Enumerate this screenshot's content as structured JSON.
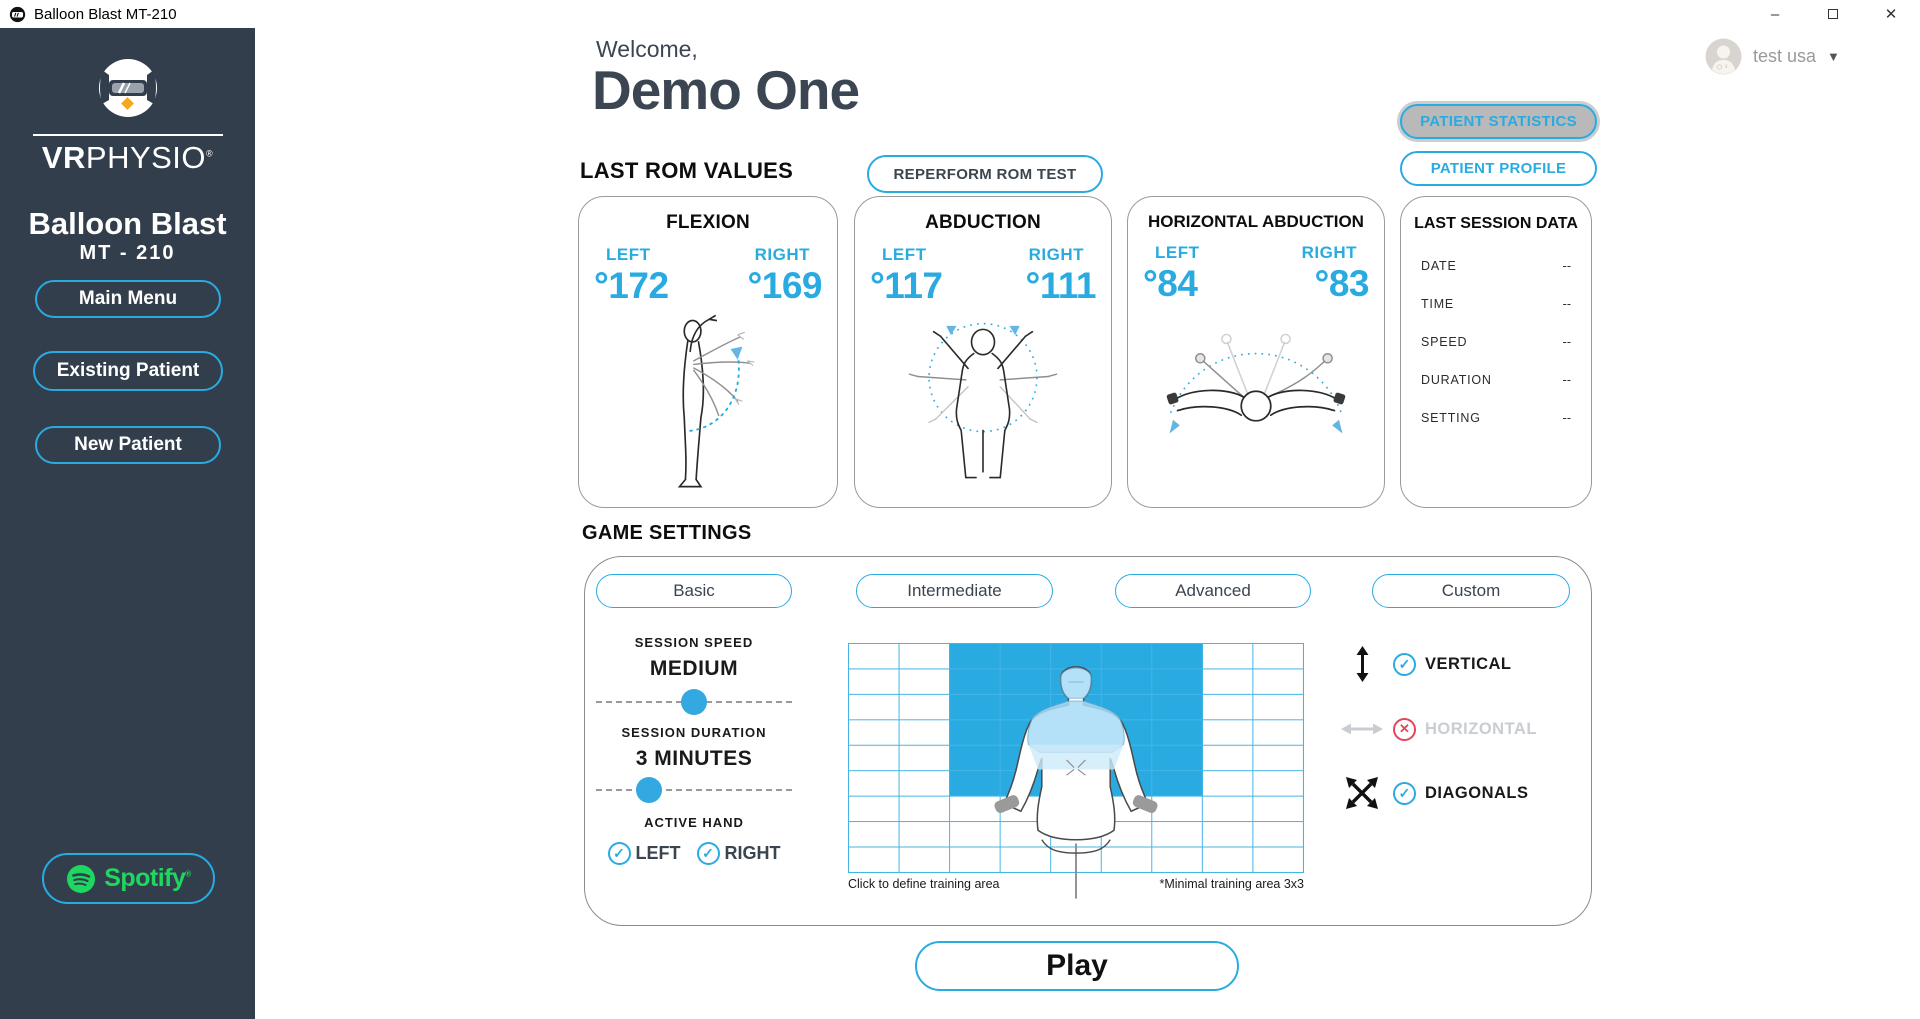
{
  "window": {
    "title": "Balloon Blast MT-210"
  },
  "icons": {
    "check": "✓",
    "cross": "✕",
    "caret": "▼",
    "minimize": "–",
    "close": "✕"
  },
  "sidebar": {
    "brand_bold": "VR",
    "brand_light": "PHYSIO",
    "brand_mark": "®",
    "app_title": "Balloon Blast",
    "app_model": "MT - 210",
    "buttons": [
      {
        "label": "Main Menu"
      },
      {
        "label": "Existing Patient"
      },
      {
        "label": "New Patient"
      }
    ],
    "spotify_label": "Spotify",
    "spotify_mark": "®"
  },
  "header": {
    "welcome": "Welcome,",
    "patient_name": "Demo One",
    "user_name": "test usa"
  },
  "actions": {
    "patient_statistics": "PATIENT STATISTICS",
    "patient_profile": "PATIENT PROFILE"
  },
  "rom": {
    "section_title": "LAST ROM VALUES",
    "reperform_button": "REPERFORM ROM TEST",
    "cards": [
      {
        "title": "FLEXION",
        "left_label": "LEFT",
        "left_value": "°172",
        "right_label": "RIGHT",
        "right_value": "°169"
      },
      {
        "title": "ABDUCTION",
        "left_label": "LEFT",
        "left_value": "°117",
        "right_label": "RIGHT",
        "right_value": "°111"
      },
      {
        "title": "HORIZONTAL ABDUCTION",
        "left_label": "LEFT",
        "left_value": "°84",
        "right_label": "RIGHT",
        "right_value": "°83"
      }
    ]
  },
  "last_session": {
    "title": "LAST SESSION DATA",
    "rows": [
      {
        "label": "DATE",
        "value": "--"
      },
      {
        "label": "TIME",
        "value": "--"
      },
      {
        "label": "SPEED",
        "value": "--"
      },
      {
        "label": "DURATION",
        "value": "--"
      },
      {
        "label": "SETTING",
        "value": "--"
      }
    ]
  },
  "game_settings": {
    "section_title": "GAME SETTINGS",
    "tabs": [
      "Basic",
      "Intermediate",
      "Advanced",
      "Custom"
    ],
    "session_speed": {
      "label": "SESSION SPEED",
      "value": "MEDIUM",
      "position_pct": 50
    },
    "session_duration": {
      "label": "SESSION DURATION",
      "value": "3 MINUTES",
      "position_pct": 27
    },
    "active_hand": {
      "label": "ACTIVE HAND",
      "options": [
        {
          "label": "LEFT",
          "checked": true
        },
        {
          "label": "RIGHT",
          "checked": true
        }
      ]
    },
    "training_area": {
      "hint": "Click to define training area",
      "note": "*Minimal training area 3x3",
      "grid_cols": 9,
      "grid_rows": 9,
      "selected": {
        "col_start": 3,
        "col_end": 7,
        "row_start": 1,
        "row_end": 6
      }
    },
    "directions": [
      {
        "label": "VERTICAL",
        "enabled": true
      },
      {
        "label": "HORIZONTAL",
        "enabled": false
      },
      {
        "label": "DIAGONALS",
        "enabled": true
      }
    ]
  },
  "play_button": "Play",
  "colors": {
    "accent": "#29abe2",
    "sidebar_bg": "#333e4c",
    "disabled_red": "#e8435a",
    "selected_grey": "#b9b9b9",
    "spotify_green": "#1ED760",
    "heading": "#3c4653"
  }
}
